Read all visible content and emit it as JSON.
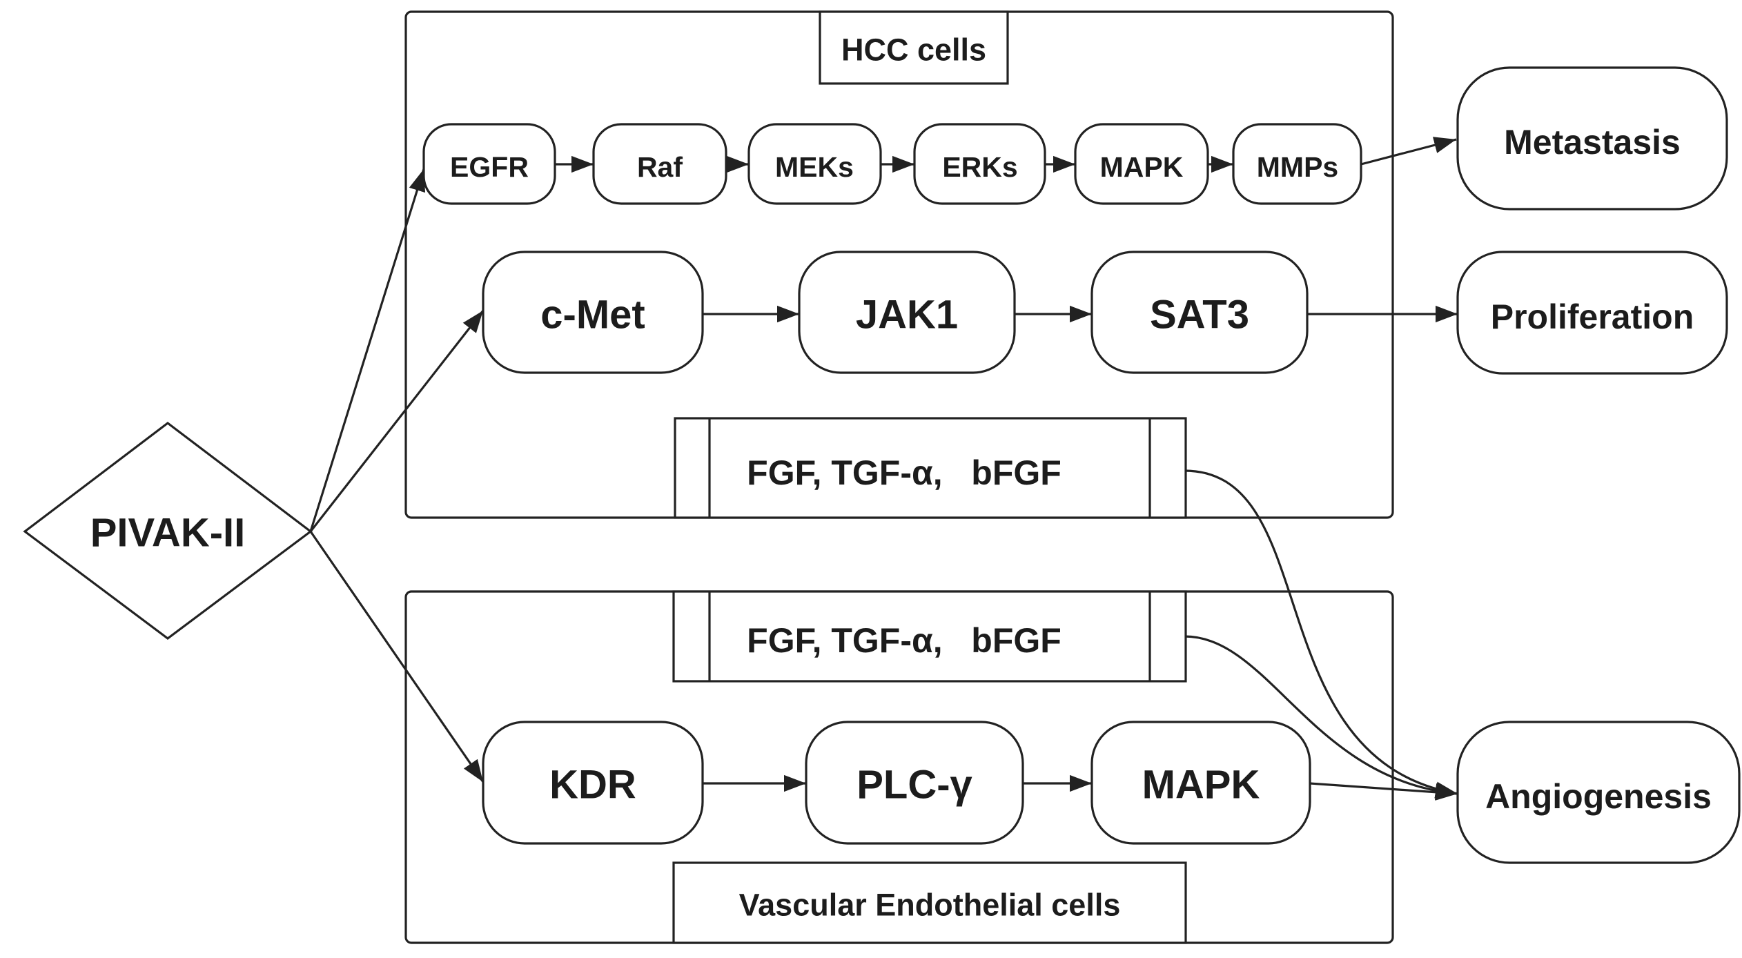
{
  "diagram": {
    "driver": "PIVAK-II",
    "hcc_panel": {
      "title": "HCC cells",
      "pathway_1": [
        "EGFR",
        "Raf",
        "MEKs",
        "ERKs",
        "MAPK",
        "MMPs"
      ],
      "pathway_2": [
        "c-Met",
        "JAK1",
        "SAT3"
      ],
      "factors": "FGF, TGF-α,   bFGF"
    },
    "endothelial_panel": {
      "title": "Vascular Endothelial cells",
      "factors": "FGF, TGF-α,   bFGF",
      "pathway": [
        "KDR",
        "PLC-γ",
        "MAPK"
      ]
    },
    "outcomes": {
      "metastasis": "Metastasis",
      "proliferation": "Proliferation",
      "angiogenesis": "Angiogenesis"
    }
  }
}
